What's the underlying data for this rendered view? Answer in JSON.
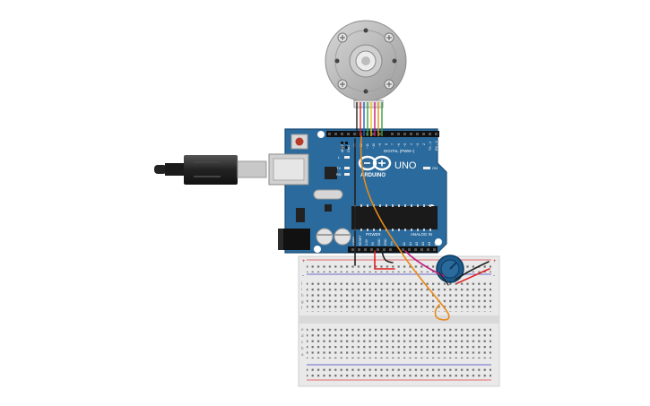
{
  "arduino": {
    "brand": "ARDUINO",
    "model": "UNO",
    "digital_header": "DIGITAL (PWM~)",
    "power_header": "POWER",
    "analog_header": "ANALOG IN",
    "on_led": "ON",
    "digital_pins": [
      "AREF",
      "GND",
      "13",
      "12",
      "~11",
      "~10",
      "~9",
      "8",
      "7",
      "~6",
      "~5",
      "4",
      "~3",
      "2",
      "TX→1",
      "RX←0"
    ],
    "power_pins": [
      "IOREF",
      "RESET",
      "3.3V",
      "5V",
      "GND",
      "GND",
      "Vin"
    ],
    "analog_pins": [
      "A0",
      "A1",
      "A2",
      "A3",
      "A4",
      "A5"
    ],
    "leds": [
      "L",
      "TX",
      "RX"
    ]
  },
  "breadboard": {
    "rows_top": [
      "j",
      "i",
      "h",
      "g",
      "f"
    ],
    "rows_bottom": [
      "e",
      "d",
      "c",
      "b",
      "a"
    ],
    "rail_plus": "+",
    "rail_minus": "-"
  },
  "colors": {
    "board": "#2a6a9c",
    "board_dark": "#1e4f77",
    "wire_orange": "#e88a1a",
    "wire_red": "#e02020",
    "wire_black": "#222222",
    "wire_magenta": "#c02080",
    "wire_green": "#3aa03a",
    "wire_yellow": "#e8c81a",
    "wire_blue": "#2060c0",
    "motor_body": "#b8b8b8",
    "pot_body": "#1c5a8c"
  },
  "components": {
    "motor": "stepper-motor-icon",
    "usb": "usb-cable-icon",
    "potentiometer": "potentiometer-icon"
  }
}
